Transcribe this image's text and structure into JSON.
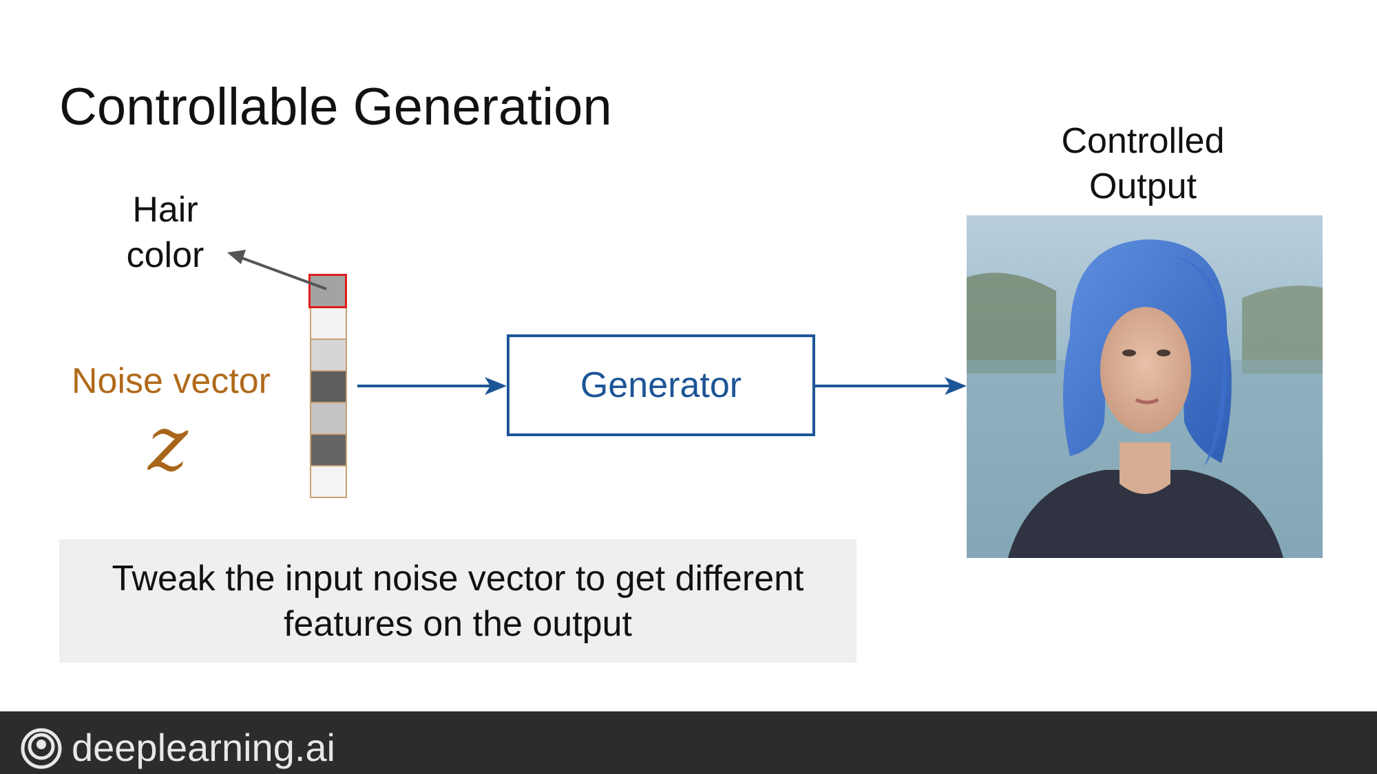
{
  "slide": {
    "title": "Controllable Generation"
  },
  "diagram": {
    "hair_label_line1": "Hair",
    "hair_label_line2": "color",
    "noise_label": "Noise vector",
    "z_symbol": "z",
    "generator_label": "Generator",
    "output_label_line1": "Controlled",
    "output_label_line2": "Output",
    "noise_vector_cells": [
      "#a3a3a3",
      "#f2f2f2",
      "#d6d6d6",
      "#5e5e5e",
      "#c4c4c4",
      "#656565",
      "#f4f4f4"
    ],
    "colors": {
      "accent_blue": "#1c5596",
      "noise_orange": "#b06a1a",
      "highlight_red": "#e01b1b",
      "pointer_gray": "#555555"
    }
  },
  "caption": {
    "line1": "Tweak the input noise vector to get different",
    "line2": "features on the output"
  },
  "footer": {
    "brand": "deeplearning.ai",
    "background": "#2c2c2c"
  }
}
